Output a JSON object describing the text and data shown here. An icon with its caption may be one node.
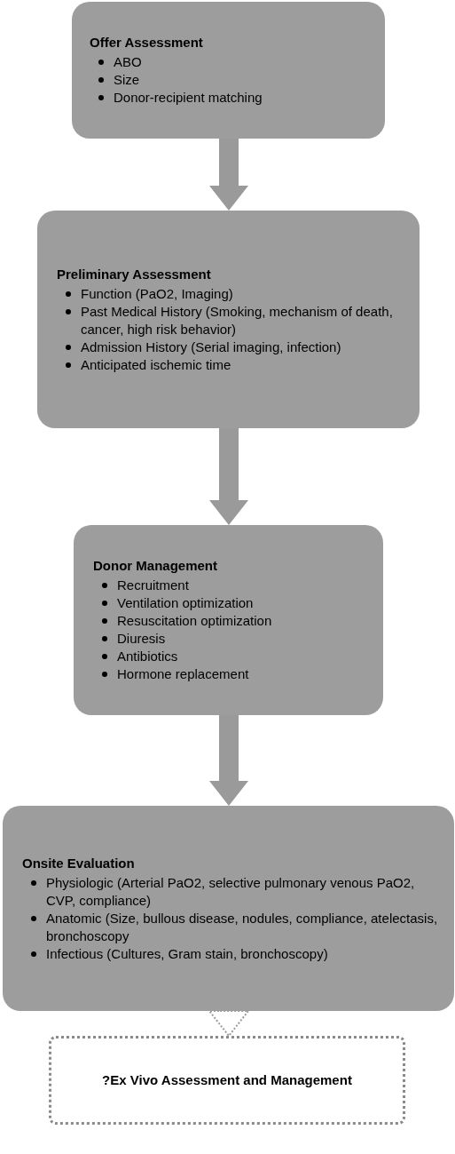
{
  "diagram": {
    "nodes": [
      {
        "text": [
          "Offer Assessment",
          "ABO",
          "Size",
          "Donor-recipient matching"
        ]
      },
      {
        "text": [
          "Preliminary Assessment",
          "Function (PaO2, Imaging)",
          "Past Medical History (Smoking, mechanism of death, cancer, high risk behavior)",
          "Admission History (Serial imaging, infection)",
          "Anticipated ischemic time"
        ]
      },
      {
        "text": [
          "Donor Management",
          "Recruitment",
          "Ventilation optimization",
          "Resuscitation optimization",
          "Diuresis",
          "Antibiotics",
          "Hormone replacement"
        ]
      },
      {
        "text": [
          "Onsite Evaluation",
          "Physiologic (Arterial PaO2, selective pulmonary venous PaO2, CVP, compliance)",
          "Anatomic (Size, bullous disease, nodules, compliance, atelectasis, bronchoscopy",
          "Infectious (Cultures, Gram stain, bronchoscopy)"
        ]
      },
      {
        "text": [
          "?Ex Vivo Assessment and Management"
        ]
      }
    ],
    "edges": [
      {
        "from": 0,
        "to": 1,
        "arrow": "to"
      },
      {
        "from": 1,
        "to": 2,
        "arrow": "to"
      },
      {
        "from": 2,
        "to": 3,
        "arrow": "to"
      },
      {
        "from": 3,
        "to": 4,
        "arrow": "to",
        "style": "dashed"
      }
    ]
  }
}
